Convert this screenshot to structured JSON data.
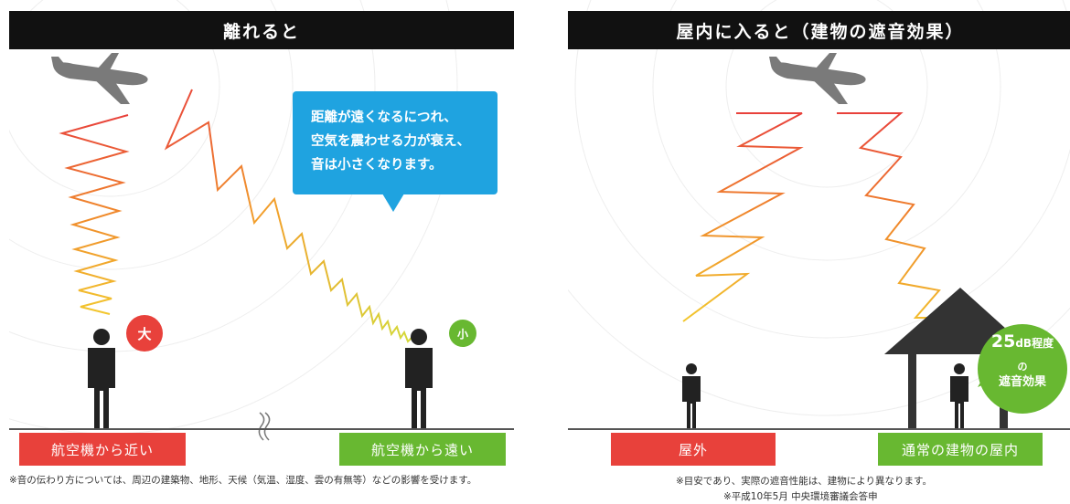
{
  "left": {
    "title": "離れると",
    "bubble_lines": [
      "距離が遠くなるにつれ、",
      "空気を震わせる力が衰え、",
      "音は小さくなります。"
    ],
    "badge_big": "大",
    "badge_small": "小",
    "label_near": "航空機から近い",
    "label_far": "航空機から遠い",
    "footnote": "※音の伝わり方については、周辺の建築物、地形、天候（気温、湿度、雲の有無等）などの影響を受けます。"
  },
  "right": {
    "title": "屋内に入ると（建物の遮音効果）",
    "db_value": "25",
    "db_unit": "dB程度",
    "db_no": "の",
    "db_effect": "遮音効果",
    "label_outdoor": "屋外",
    "label_indoor": "通常の建物の屋内",
    "footnote1": "※目安であり、実際の遮音性能は、建物により異なります。",
    "footnote2": "※平成10年5月 中央環境審議会答申"
  },
  "colors": {
    "red": "#e8413b",
    "green": "#68b831",
    "blue": "#1fa3e0",
    "header": "#111111"
  },
  "icons": [
    "airplane-icon",
    "person-icon",
    "house-icon",
    "break-mark-icon"
  ]
}
